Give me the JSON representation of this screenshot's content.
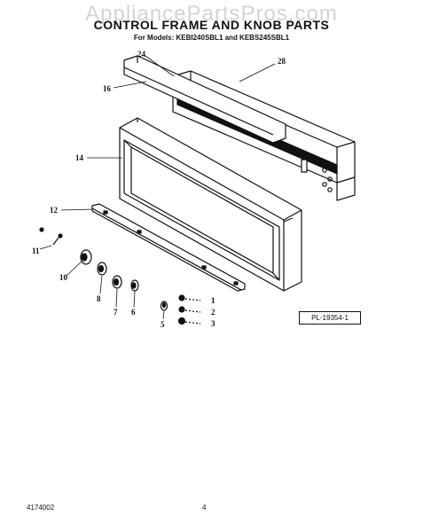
{
  "watermark": "AppliancePartsPros.com",
  "title": "CONTROL FRAME AND KNOB PARTS",
  "subtitle": "For Models: KEBI240SBL1 and KEBS245SBL1",
  "plate_label": "PL-19354-1",
  "footer": {
    "code": "4174002",
    "page": "4"
  },
  "callouts": [
    "24",
    "28",
    "16",
    "14",
    "12",
    "11",
    "10",
    "8",
    "7",
    "6",
    "5",
    "1",
    "2",
    "3"
  ]
}
